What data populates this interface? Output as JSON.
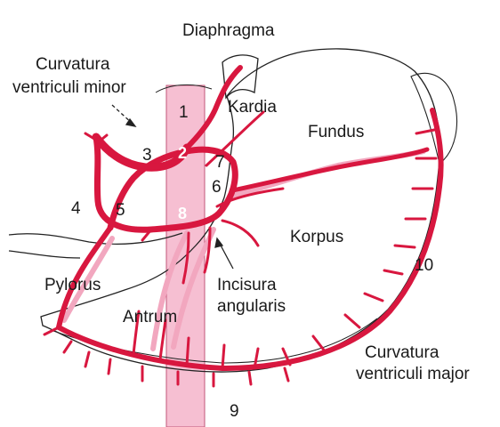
{
  "labels": {
    "diaphragma": "Diaphragma",
    "curv_minor_1": "Curvatura",
    "curv_minor_2": "ventriculi minor",
    "kardia": "Kardia",
    "fundus": "Fundus",
    "korpus": "Korpus",
    "pylorus": "Pylorus",
    "incisura_1": "Incisura",
    "incisura_2": "angularis",
    "antrum": "Antrum",
    "curv_major_1": "Curvatura",
    "curv_major_2": "ventriculi major"
  },
  "numbers": [
    "1",
    "2",
    "3",
    "4",
    "5",
    "6",
    "7",
    "8",
    "9",
    "10"
  ],
  "colors": {
    "artery": "#d8173f",
    "artery_light": "#f2a7bf",
    "column": "#f6bfd2",
    "outline": "#222222"
  }
}
